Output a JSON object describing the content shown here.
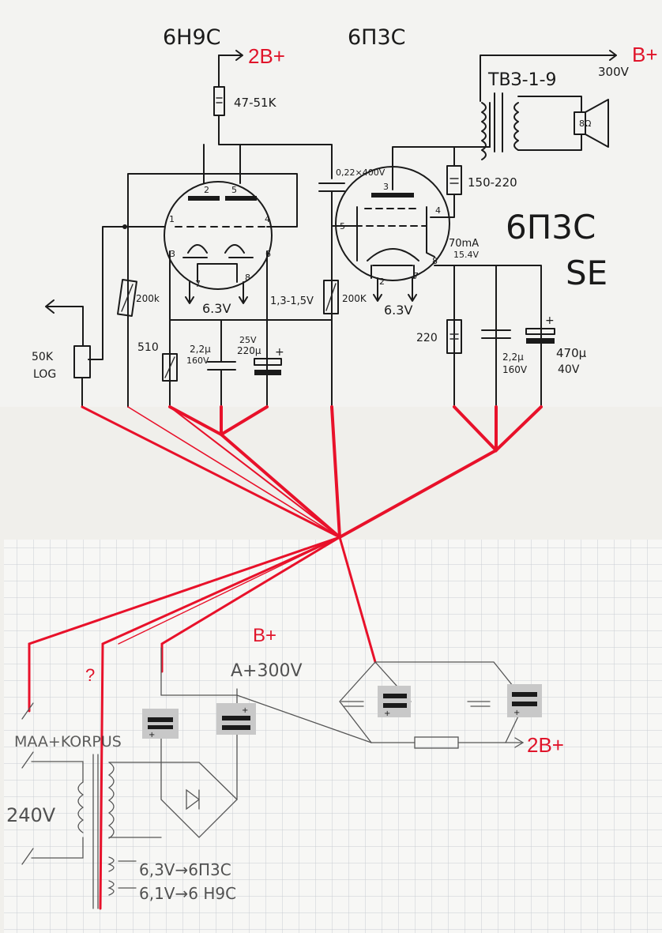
{
  "colors": {
    "paper_top": "#f3f3f1",
    "paper_bottom": "#f7f7f5",
    "grid": "#c9cdd2",
    "ink": "#1a1a1a",
    "red": "#e0142a"
  },
  "upper": {
    "tube1_name": "6Н9С",
    "tube2_name": "6П3С",
    "b2_label": "2B+",
    "bplus_label": "B+",
    "v300": "300V",
    "transformer": "ТВЗ-1-9",
    "speaker": "8Ω",
    "r_anode": "47-51K",
    "coupling_cap": "0,22×400V",
    "r_screen": "150-220",
    "big_title": "6П3С",
    "se": "SE",
    "ma": "70mA",
    "v154": "15.4V",
    "r_grid1": "200k",
    "r_grid2": "200K",
    "heater1": "6.3V",
    "heater2": "6.3V",
    "cath_v": "1,3-1,5V",
    "pot": "50K",
    "pot_log": "LOG",
    "r510": "510",
    "c1_val": "2,2μ",
    "c1_v": "160V",
    "c2_v": "25V",
    "c2_val": "220μ",
    "r220": "220",
    "c3_val": "2,2μ",
    "c3_v": "160V",
    "c4_val": "470μ",
    "c4_v": "40V",
    "pins1": [
      "2",
      "5",
      "1",
      "4",
      "3",
      "6",
      "7",
      "8"
    ],
    "pins2": [
      "3",
      "4",
      "5",
      "8",
      "2",
      "7"
    ]
  },
  "lower": {
    "bplus": "B+",
    "question": "?",
    "a300": "A+300V",
    "maa": "MAA+KORPUS",
    "v240": "240V",
    "h1": "6,3V→6П3С",
    "h2": "6,1V→6 Н9С",
    "b2": "2B+"
  }
}
